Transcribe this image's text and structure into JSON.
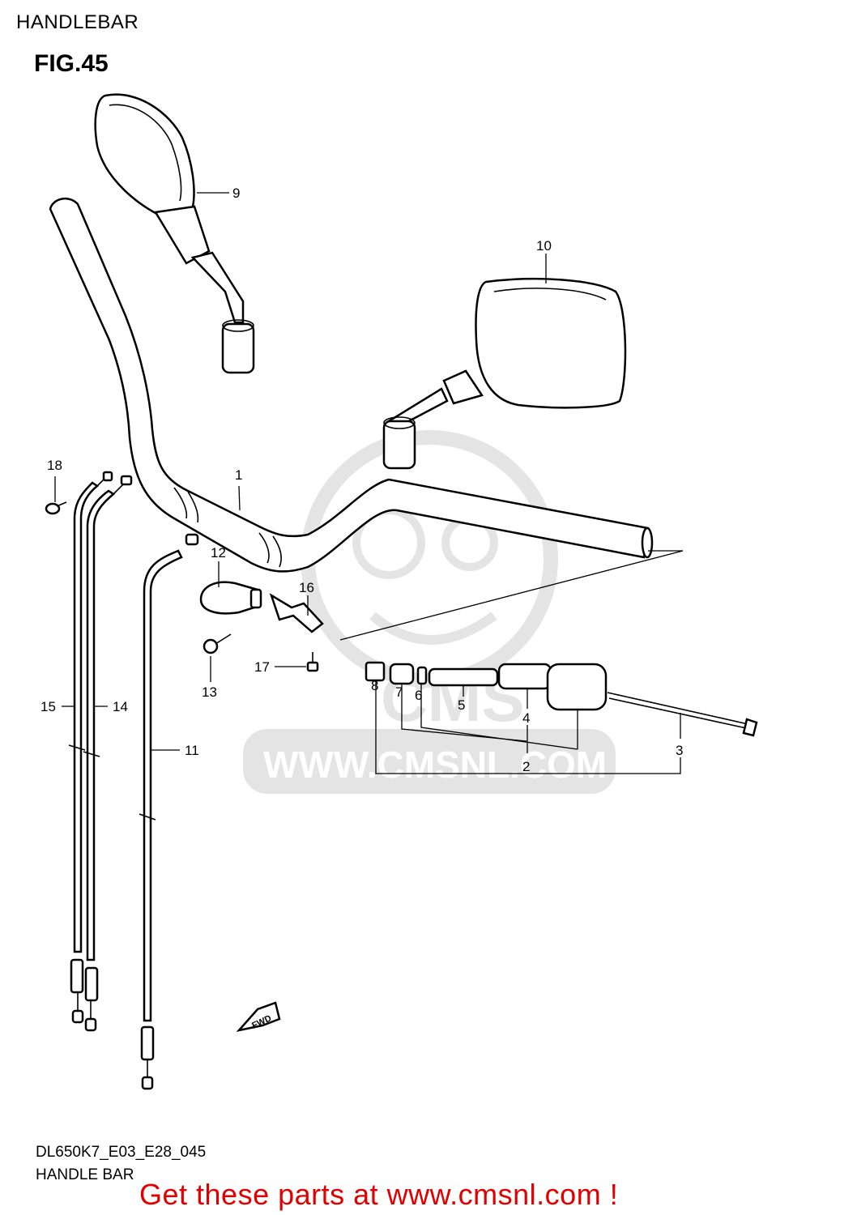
{
  "page": {
    "header": "HANDLEBAR",
    "figure": "FIG.45",
    "code": "DL650K7_E03_E28_045",
    "caption": "HANDLE BAR",
    "promo": "Get these parts at www.cmsnl.com !"
  },
  "watermark": {
    "brand": "CMS",
    "url": "WWW.CMSNL.COM"
  },
  "fwd_marker": "FWD",
  "callouts": [
    "1",
    "2",
    "3",
    "4",
    "5",
    "6",
    "7",
    "8",
    "9",
    "10",
    "11",
    "12",
    "13",
    "14",
    "15",
    "16",
    "17",
    "18"
  ],
  "colors": {
    "line": "#000000",
    "promo": "#e00000",
    "watermark": "#d9d9d9"
  }
}
